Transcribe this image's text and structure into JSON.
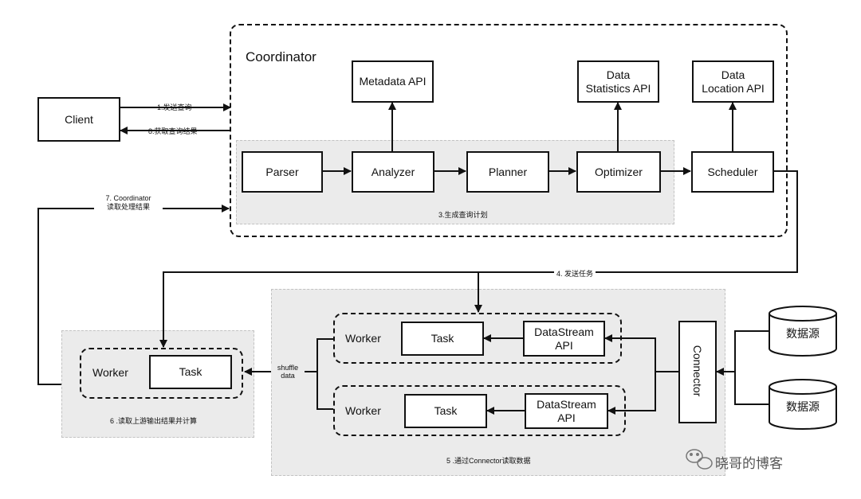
{
  "coordinator": {
    "title": "Coordinator",
    "apis": {
      "metadata": "Metadata API",
      "data_statistics_line1": "Data",
      "data_statistics_line2": "Statistics API",
      "data_location_line1": "Data",
      "data_location_line2": "Location API"
    },
    "pipeline": [
      "Parser",
      "Analyzer",
      "Planner",
      "Optimizer",
      "Scheduler"
    ],
    "plan_caption": "3.生成查询计划"
  },
  "client": {
    "label": "Client"
  },
  "edges": {
    "send_query": "1.发送查询",
    "get_results": "8.获取查询结果",
    "coordinator_read_line1": "7. Coordinator",
    "coordinator_read_line2": "读取处理结果",
    "send_task": "4. 发送任务",
    "shuffle_line1": "shuffle",
    "shuffle_line2": "data"
  },
  "downstream": {
    "worker": "Worker",
    "task": "Task",
    "caption": "6 .读取上游输出结果并计算"
  },
  "upstream": {
    "workers": [
      {
        "worker": "Worker",
        "task": "Task",
        "api_line1": "DataStream",
        "api_line2": "API"
      },
      {
        "worker": "Worker",
        "task": "Task",
        "api_line1": "DataStream",
        "api_line2": "API"
      }
    ],
    "connector": "Connector",
    "caption": "5 .通过Connector读取数据"
  },
  "datasources": [
    "数据源",
    "数据源"
  ],
  "watermark": "晓哥的博客"
}
